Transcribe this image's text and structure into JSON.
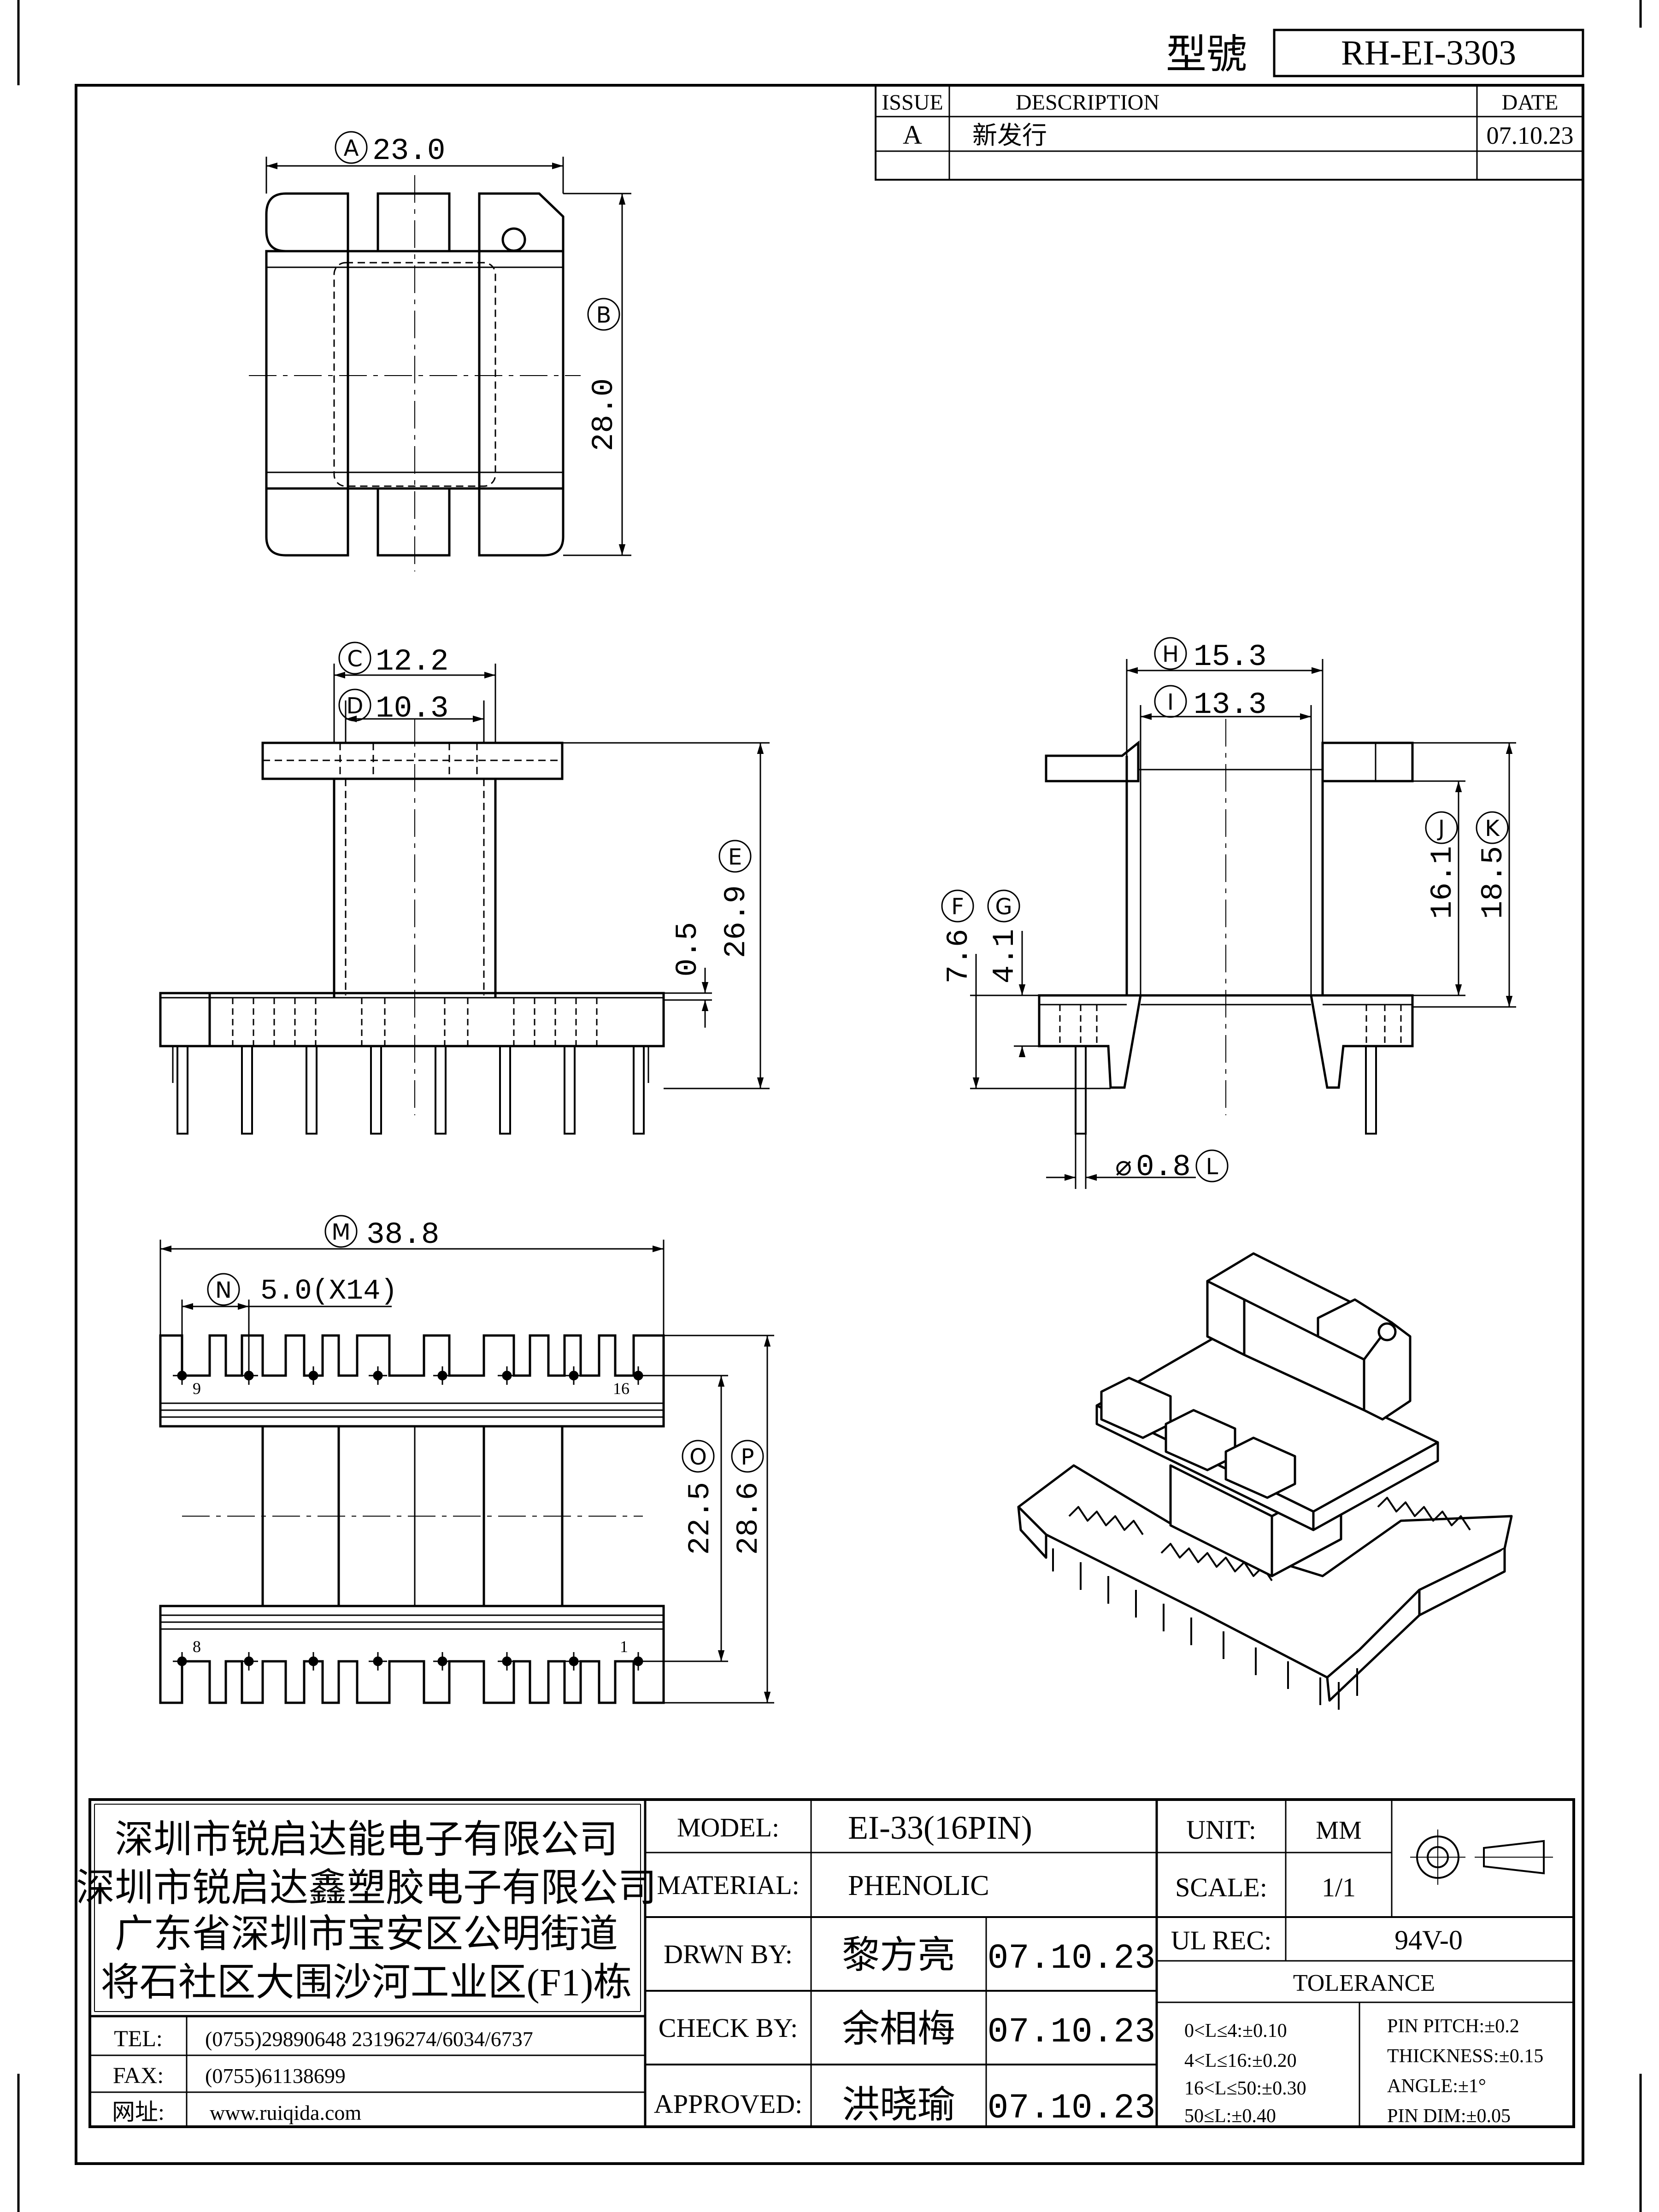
{
  "title_block": {
    "model_label": "型號",
    "model_number": "RH-EI-3303"
  },
  "revision_table": {
    "headers": {
      "issue": "ISSUE",
      "description": "DESCRIPTION",
      "date": "DATE"
    },
    "rows": [
      {
        "issue": "A",
        "description": "新发行",
        "date": "07.10.23"
      }
    ]
  },
  "dimensions": {
    "A": "23.0",
    "B": "28.0",
    "C": "12.2",
    "D": "10.3",
    "E": "26.9",
    "E_extra": "0.5",
    "F": "7.6",
    "G": "4.1",
    "H": "15.3",
    "I": "13.3",
    "J": "16.1",
    "K": "18.5",
    "L": "0.8",
    "L_prefix": "⌀",
    "M": "38.8",
    "N": "5.0(X14)",
    "O": "22.5",
    "P": "28.6"
  },
  "dimension_letters": [
    "A",
    "B",
    "C",
    "D",
    "E",
    "F",
    "G",
    "H",
    "I",
    "J",
    "K",
    "L",
    "M",
    "N",
    "O",
    "P"
  ],
  "pin_labels": {
    "top_left": "9",
    "top_right": "16",
    "bottom_left": "8",
    "bottom_right": "1"
  },
  "company": {
    "name_1": "深圳市锐启达能电子有限公司",
    "name_2": "深圳市锐启达鑫塑胶电子有限公司",
    "address_1": "广东省深圳市宝安区公明街道",
    "address_2": "将石社区大围沙河工业区(F1)栋",
    "tel_label": "TEL:",
    "tel_value": "(0755)29890648  23196274/6034/6737",
    "fax_label": "FAX:",
    "fax_value": "(0755)61138699",
    "web_label": "网址:",
    "web_value": "www.ruiqida.com"
  },
  "spec": {
    "model_label": "MODEL:",
    "model_value": "EI-33(16PIN)",
    "material_label": "MATERIAL:",
    "material_value": "PHENOLIC",
    "drawn_label": "DRWN BY:",
    "drawn_name": "黎方亮",
    "drawn_date": "07.10.23",
    "check_label": "CHECK BY:",
    "check_name": "余相梅",
    "check_date": "07.10.23",
    "approved_label": "APPROVED:",
    "approved_name": "洪晓瑜",
    "approved_date": "07.10.23",
    "unit_label": "UNIT:",
    "unit_value": "MM",
    "scale_label": "SCALE:",
    "scale_value": "1/1",
    "ul_label": "UL REC:",
    "ul_value": "94V-0",
    "tolerance_label": "TOLERANCE",
    "tolerance_left": [
      "0<L≤4:±0.10",
      "4<L≤16:±0.20",
      "16<L≤50:±0.30",
      "50≤L:±0.40"
    ],
    "tolerance_right": [
      "PIN PITCH:±0.2",
      "THICKNESS:±0.15",
      "ANGLE:±1°",
      "PIN DIM:±0.05"
    ]
  }
}
